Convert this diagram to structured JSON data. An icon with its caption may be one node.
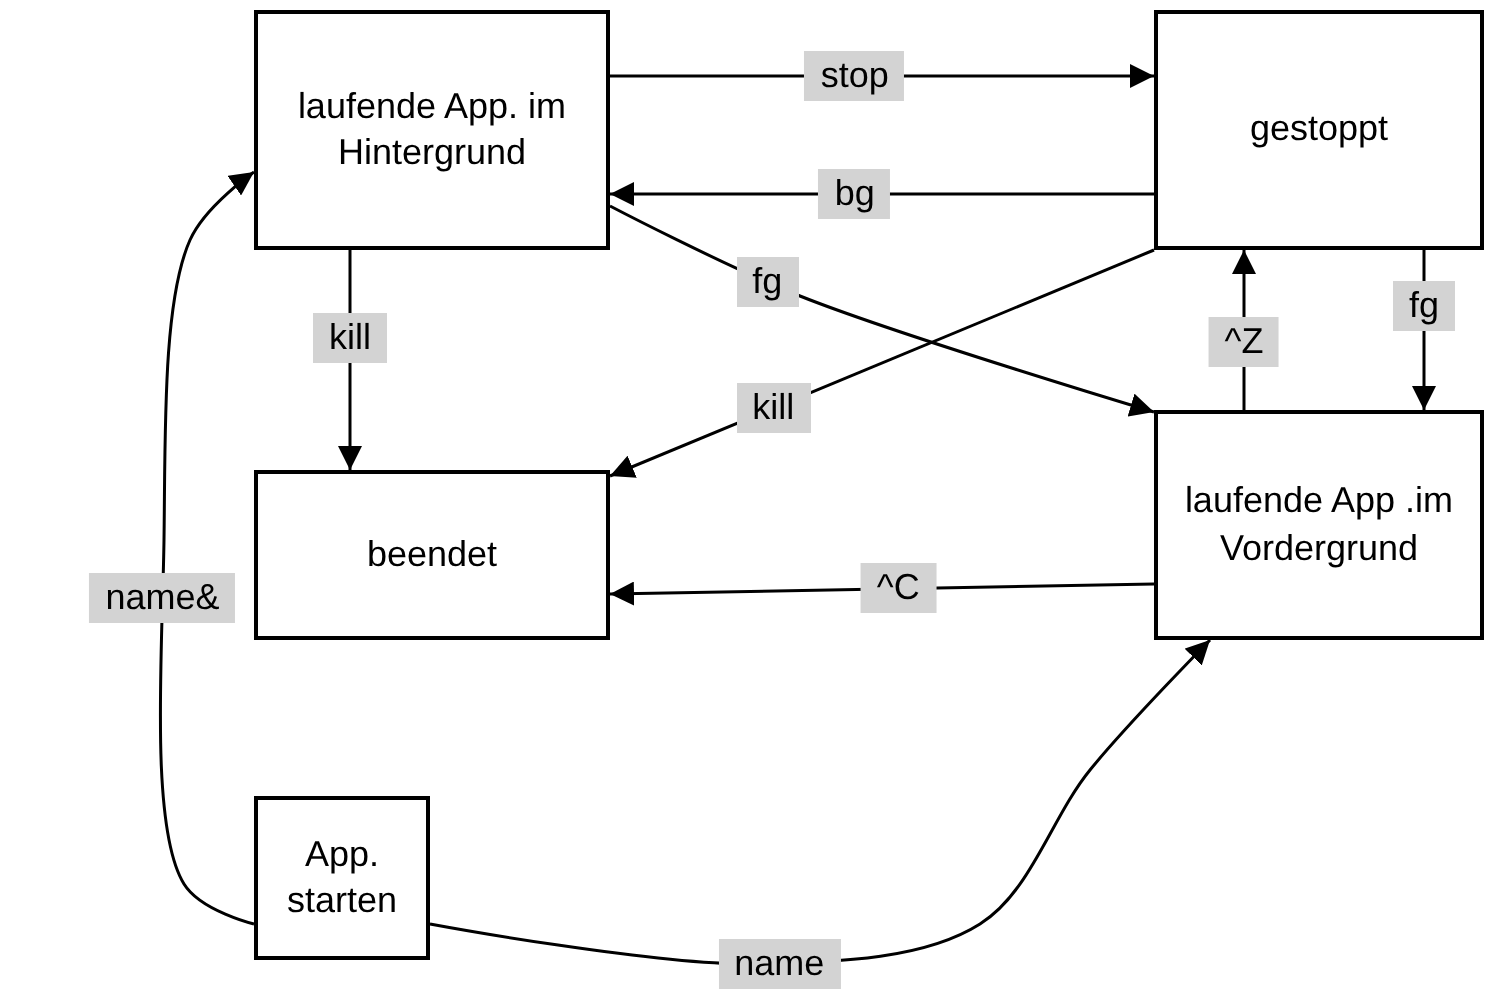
{
  "diagram": {
    "nodes": [
      {
        "text": [
          "laufende App. im Hintergrund"
        ]
      },
      {
        "text": [
          "gestoppt"
        ]
      },
      {
        "text": [
          "beendet"
        ]
      },
      {
        "text": [
          "laufende App .im Vordergrund"
        ]
      },
      {
        "text": [
          "App. starten"
        ]
      }
    ],
    "edges": [
      {
        "from": 0,
        "to": 1,
        "arrow": "to",
        "label": "stop"
      },
      {
        "from": 1,
        "to": 0,
        "arrow": "to",
        "label": "bg"
      },
      {
        "from": 0,
        "to": 2,
        "arrow": "to",
        "label": "kill"
      },
      {
        "from": 1,
        "to": 2,
        "arrow": "to",
        "label": "kill"
      },
      {
        "from": 0,
        "to": 3,
        "arrow": "to",
        "label": "fg"
      },
      {
        "from": 3,
        "to": 1,
        "arrow": "to",
        "label": "^Z"
      },
      {
        "from": 1,
        "to": 3,
        "arrow": "to",
        "label": "fg"
      },
      {
        "from": 3,
        "to": 2,
        "arrow": "to",
        "label": "^C"
      },
      {
        "from": 4,
        "to": 0,
        "arrow": "to",
        "label": "name&"
      },
      {
        "from": 4,
        "to": 3,
        "arrow": "to",
        "label": "name"
      }
    ]
  }
}
